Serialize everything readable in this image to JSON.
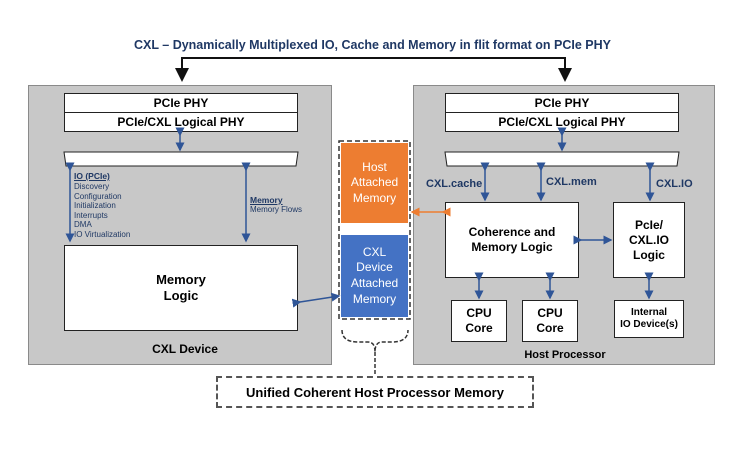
{
  "title": "CXL – Dynamically Multiplexed IO, Cache and Memory in flit format on PCIe PHY",
  "cxl_device": {
    "caption": "CXL Device",
    "pcie_phy": "PCIe PHY",
    "logical_phy": "PCIe/CXL Logical PHY",
    "io_heading": "IO (PCIe)",
    "io_items": [
      "Discovery",
      "Configuration",
      "Initialization",
      "Interrupts",
      "DMA",
      "IO Virtualization"
    ],
    "memory_heading": "Memory",
    "memory_flows": "Memory Flows",
    "memory_logic_line1": "Memory",
    "memory_logic_line2": "Logic"
  },
  "host_processor": {
    "caption": "Host Processor",
    "pcie_phy": "PCIe PHY",
    "logical_phy": "PCIe/CXL Logical PHY",
    "cxl_cache": "CXL.cache",
    "cxl_mem": "CXL.mem",
    "cxl_io": "CXL.IO",
    "coherence_line1": "Coherence and",
    "coherence_line2": "Memory Logic",
    "pcie_io_line1": "PcIe/",
    "pcie_io_line2": "CXL.IO",
    "pcie_io_line3": "Logic",
    "cpu1_line1": "CPU",
    "cpu1_line2": "Core",
    "cpu2_line1": "CPU",
    "cpu2_line2": "Core",
    "internal_line1": "Internal",
    "internal_line2": "IO Device(s)"
  },
  "memory_stack": {
    "host_line1": "Host",
    "host_line2": "Attached",
    "host_line3": "Memory",
    "dev_line1": "CXL",
    "dev_line2": "Device",
    "dev_line3": "Attached",
    "dev_line4": "Memory"
  },
  "unified": "Unified Coherent Host Processor Memory",
  "colors": {
    "panel": "#c8c8c8",
    "title": "#1f3864",
    "host_memory": "#ed7d31",
    "device_memory": "#4472c4",
    "arrow": "#2f5597"
  }
}
